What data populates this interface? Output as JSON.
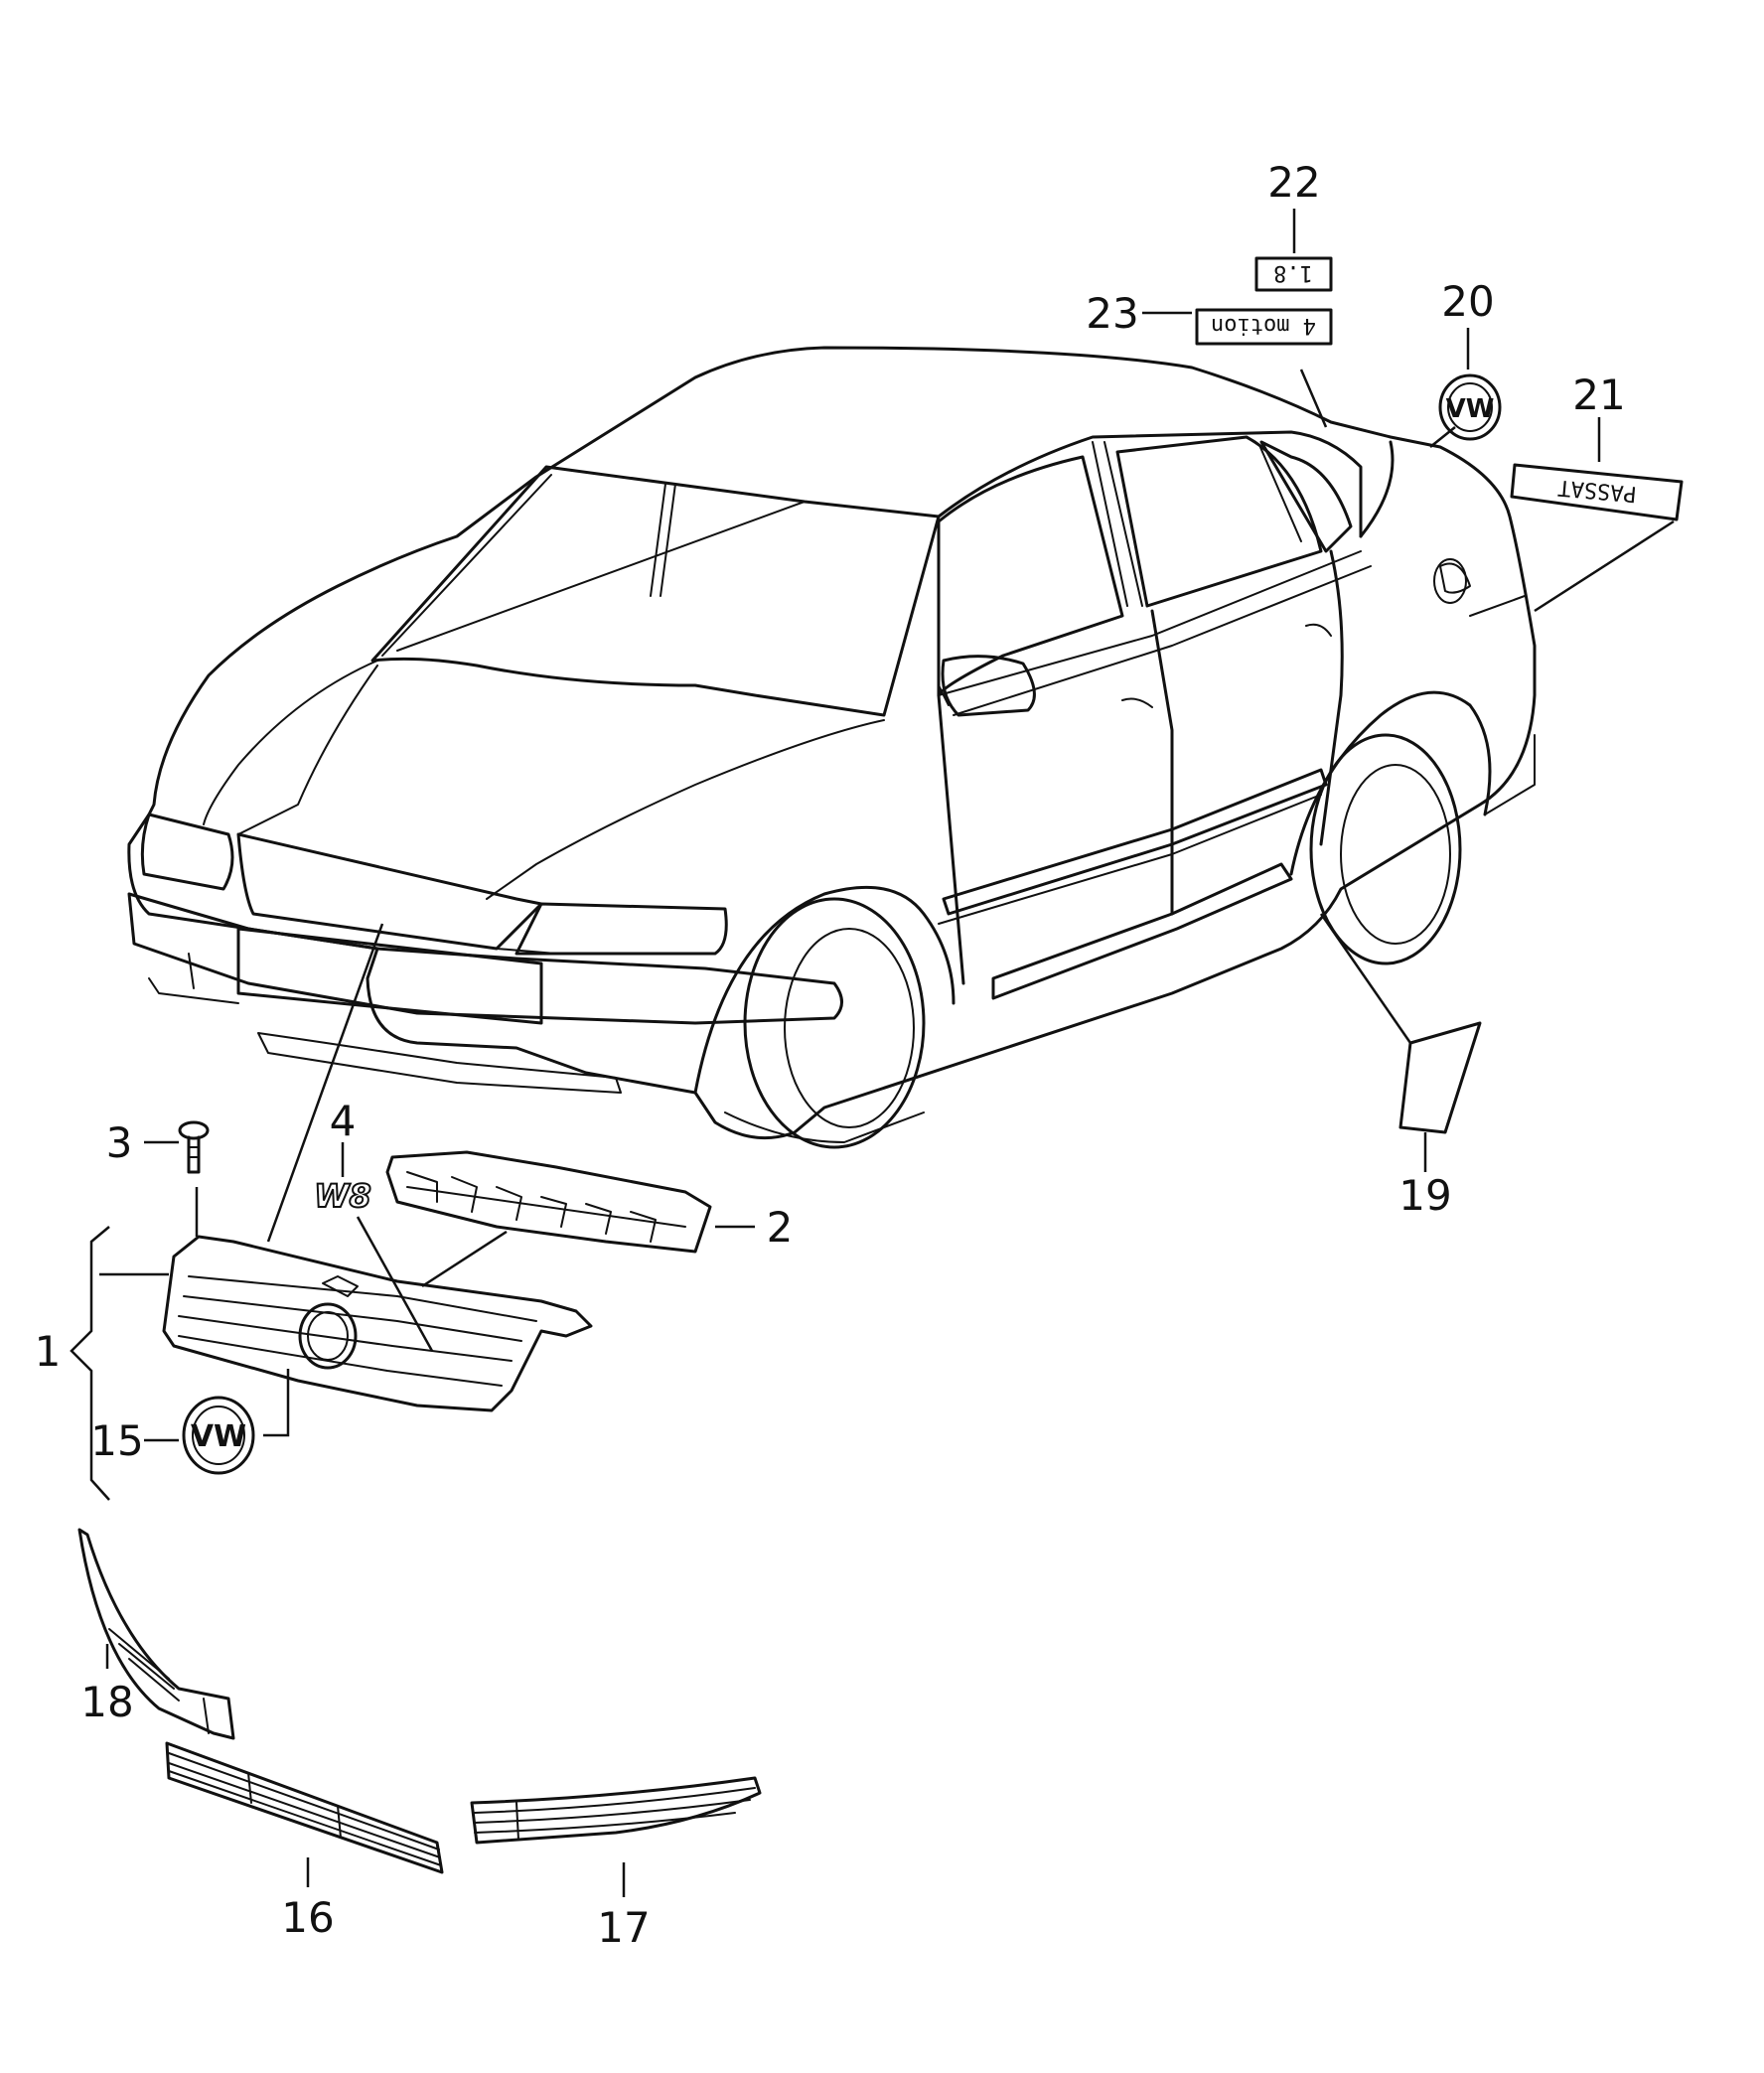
{
  "callouts": {
    "c1": "1",
    "c2": "2",
    "c3": "3",
    "c4": "4",
    "c15": "15",
    "c16": "16",
    "c17": "17",
    "c18": "18",
    "c19": "19",
    "c20": "20",
    "c21": "21",
    "c22": "22",
    "c23": "23"
  },
  "badges": {
    "displacement": "1.8",
    "drive": "4 motion",
    "model": "PASSAT",
    "engine": "W8"
  },
  "colors": {
    "ink": "#111111",
    "paper": "#ffffff"
  }
}
